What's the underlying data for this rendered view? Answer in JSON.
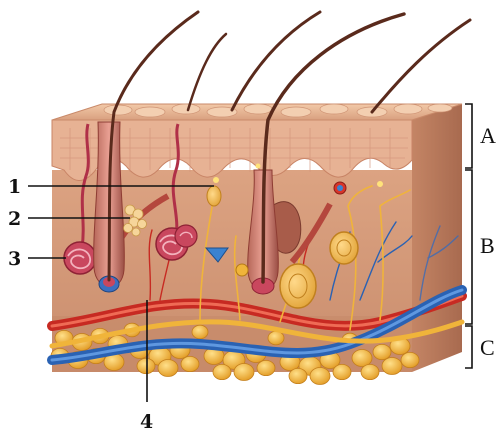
{
  "callouts": [
    {
      "id": "1",
      "label": "1"
    },
    {
      "id": "2",
      "label": "2"
    },
    {
      "id": "3",
      "label": "3"
    },
    {
      "id": "4",
      "label": "4"
    }
  ],
  "layers": [
    {
      "id": "A",
      "label": "A"
    },
    {
      "id": "B",
      "label": "B"
    },
    {
      "id": "C",
      "label": "C"
    }
  ],
  "colors": {
    "epidermis": "#e2b08f",
    "dermis": "#d49a7b",
    "subcutis": "#c98f72",
    "fat": "#f2b23c",
    "artery": "#d8352a",
    "vein": "#2f6fc0",
    "nerve": "#f0b43a",
    "hair": "#5a2a1c"
  }
}
